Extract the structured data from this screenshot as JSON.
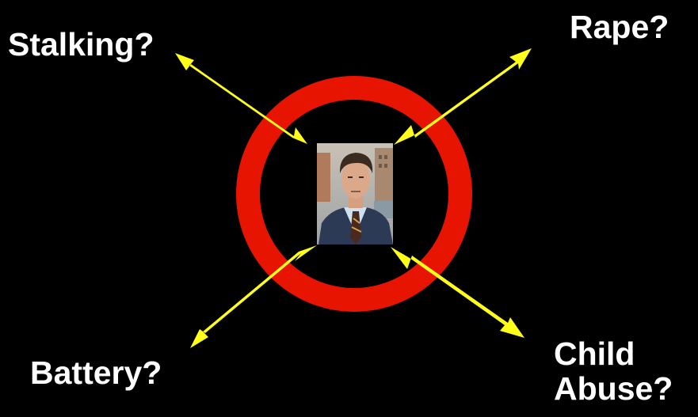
{
  "labels": {
    "stalking": "Stalking?",
    "rape": "Rape?",
    "battery": "Battery?",
    "child_line1": "Child",
    "child_line2": "Abuse?"
  },
  "colors": {
    "background": "#000000",
    "arrow": "#ffff1a",
    "ring": "#e61400",
    "text": "#ffffff"
  },
  "center_image": "photo-of-man-in-suit"
}
